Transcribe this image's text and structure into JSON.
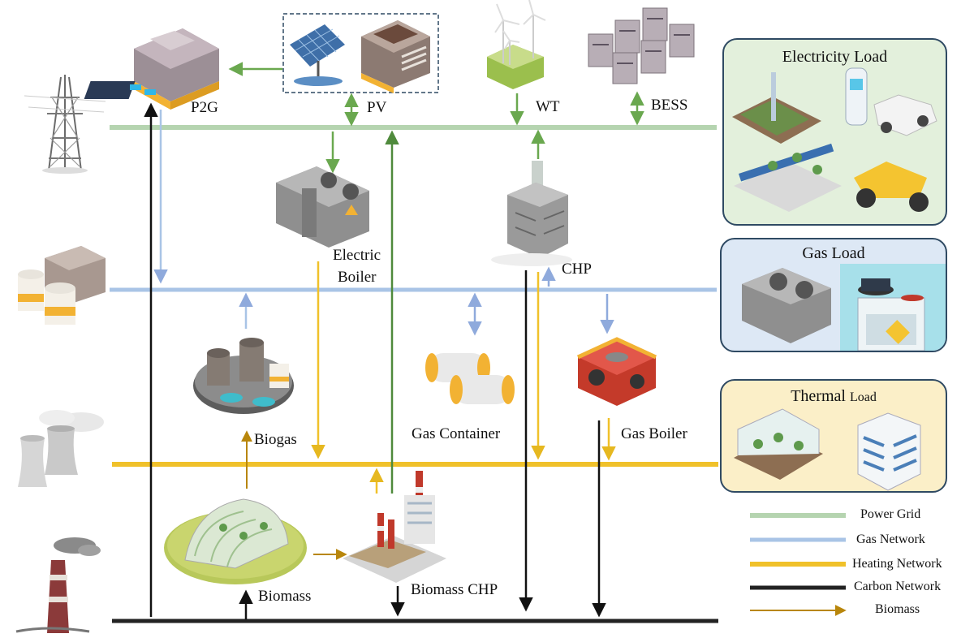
{
  "nodes": {
    "p2g": "P2G",
    "pv": "PV",
    "wt": "WT",
    "bess": "BESS",
    "electric_boiler_line1": "Electric",
    "electric_boiler_line2": "Boiler",
    "chp": "CHP",
    "biogas": "Biogas",
    "gas_container": "Gas Container",
    "gas_boiler": "Gas Boiler",
    "biomass": "Biomass",
    "biomass_chp": "Biomass CHP"
  },
  "loads": {
    "electricity": "Electricity Load",
    "gas": "Gas Load",
    "thermal_main": "Thermal",
    "thermal_suffix": "Load"
  },
  "legend": [
    {
      "label": "Power Grid",
      "color": "#b5d4b0"
    },
    {
      "label": "Gas Network",
      "color": "#a9c4e6"
    },
    {
      "label": "Heating Network",
      "color": "#f0c12a"
    },
    {
      "label": "Carbon Network",
      "color": "#222222"
    },
    {
      "label": "Biomass",
      "color": "#b8860b"
    }
  ],
  "colors": {
    "power": "#b5d4b0",
    "gas": "#a9c4e6",
    "heat": "#f0c12a",
    "carbon": "#222222",
    "elec_arrow": "#6aa84f",
    "gas_arrow": "#8faadc",
    "heat_arrow": "#e6b820",
    "biomass_arrow": "#b8860b",
    "panel_green": "#e3f0dc",
    "panel_blue": "#dde8f5",
    "panel_yellow": "#fbefc8"
  }
}
